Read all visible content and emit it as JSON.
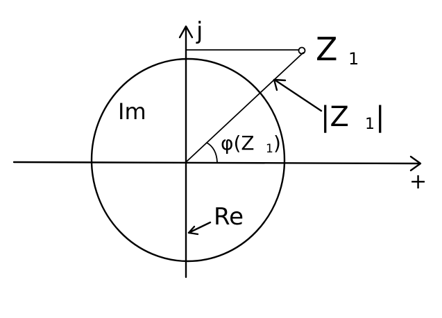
{
  "diagram": {
    "labels": {
      "axis_j": "j",
      "point": "Z",
      "point_sub": "1",
      "modulus": "|Z",
      "modulus_sub": "1",
      "modulus_close": "|",
      "angle": "φ(Z",
      "angle_sub": "1",
      "angle_close": ")",
      "im": "Im",
      "re": "Re",
      "axis_plus": "+"
    }
  }
}
